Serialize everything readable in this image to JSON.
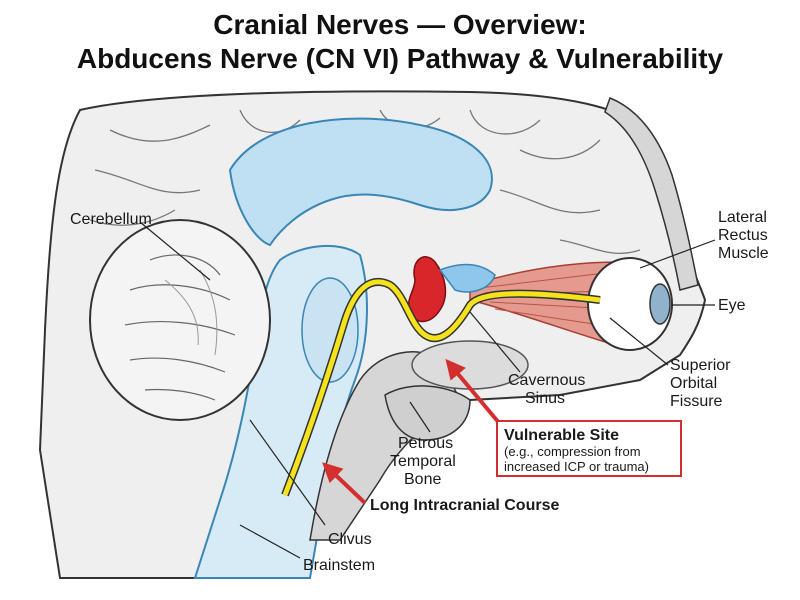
{
  "title": {
    "line1": "Cranial Nerves — Overview:",
    "line2": "Abducens Nerve (CN VI) Pathway & Vulnerability"
  },
  "labels": {
    "cerebellum": "Cerebellum",
    "lateral_rectus": [
      "Lateral",
      "Rectus",
      "Muscle"
    ],
    "eye": "Eye",
    "superior_orbital_fissure": [
      "Superior",
      "Orbital",
      "Fissure"
    ],
    "cavernous_sinus": [
      "Cavernous",
      "Sinus"
    ],
    "petrous_temporal_bone": [
      "Petrous",
      "Temporal",
      "Bone"
    ],
    "long_intracranial_course": "Long Intracranial Course",
    "clivus": "Clivus",
    "brainstem": "Brainstem"
  },
  "vulnerable_site": {
    "heading": "Vulnerable Site",
    "detail": [
      "(e.g., compression from",
      "increased ICP or trauma)"
    ]
  },
  "colors": {
    "nerve": "#f4e21c",
    "csf": "#bfe0f2",
    "artery": "#d8262b",
    "highlight": "#d32f2f",
    "brain": "#efefef",
    "bone": "#d6d6d6",
    "muscle": "#e59a8f"
  }
}
